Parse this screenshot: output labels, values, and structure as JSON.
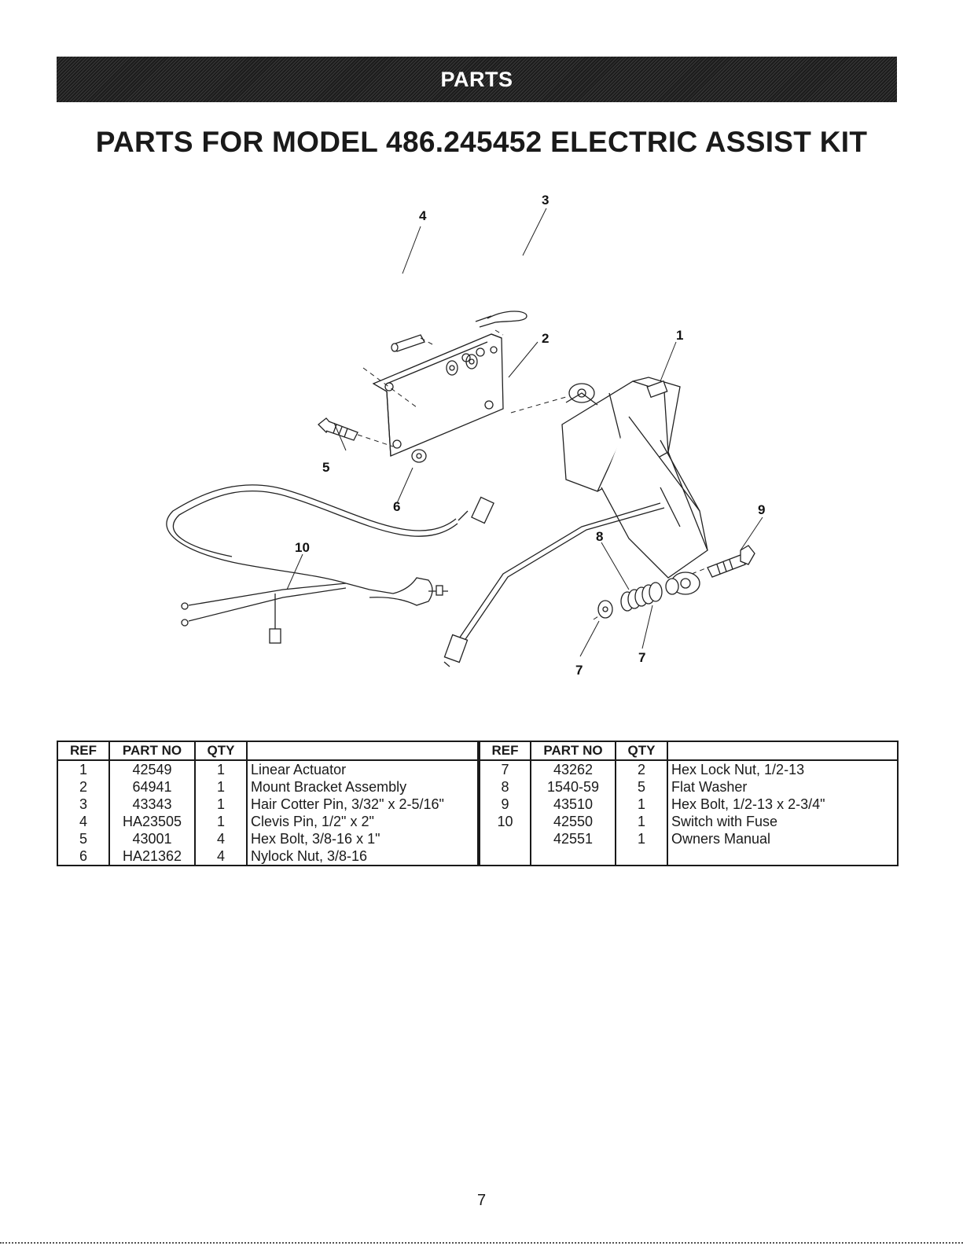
{
  "banner": {
    "text": "PARTS"
  },
  "page_title": "PARTS FOR MODEL 486.245452 ELECTRIC ASSIST KIT",
  "diagram": {
    "callouts": [
      "1",
      "2",
      "3",
      "4",
      "5",
      "6",
      "7",
      "7",
      "8",
      "9",
      "10"
    ]
  },
  "table": {
    "headers": [
      "REF",
      "PART NO",
      "QTY",
      "",
      "REF",
      "PART NO",
      "QTY",
      ""
    ],
    "rows": [
      {
        "ref": "1",
        "part_no": "42549",
        "qty": "1",
        "desc": "Linear Actuator",
        "ref2": "7",
        "part_no2": "43262",
        "qty2": "2",
        "desc2": "Hex Lock Nut, 1/2-13"
      },
      {
        "ref": "2",
        "part_no": "64941",
        "qty": "1",
        "desc": "Mount Bracket Assembly",
        "ref2": "8",
        "part_no2": "1540-59",
        "qty2": "5",
        "desc2": "Flat Washer"
      },
      {
        "ref": "3",
        "part_no": "43343",
        "qty": "1",
        "desc": "Hair Cotter Pin, 3/32\" x 2-5/16\"",
        "ref2": "9",
        "part_no2": "43510",
        "qty2": "1",
        "desc2": "Hex Bolt, 1/2-13 x 2-3/4\""
      },
      {
        "ref": "4",
        "part_no": "HA23505",
        "qty": "1",
        "desc": "Clevis Pin, 1/2\" x 2\"",
        "ref2": "10",
        "part_no2": "42550",
        "qty2": "1",
        "desc2": "Switch with Fuse"
      },
      {
        "ref": "5",
        "part_no": "43001",
        "qty": "4",
        "desc": "Hex Bolt, 3/8-16 x 1\"",
        "ref2": "",
        "part_no2": "42551",
        "qty2": "1",
        "desc2": "Owners Manual"
      },
      {
        "ref": "6",
        "part_no": "HA21362",
        "qty": "4",
        "desc": "Nylock Nut, 3/8-16",
        "ref2": "",
        "part_no2": "",
        "qty2": "",
        "desc2": ""
      }
    ]
  },
  "page_number": "7"
}
